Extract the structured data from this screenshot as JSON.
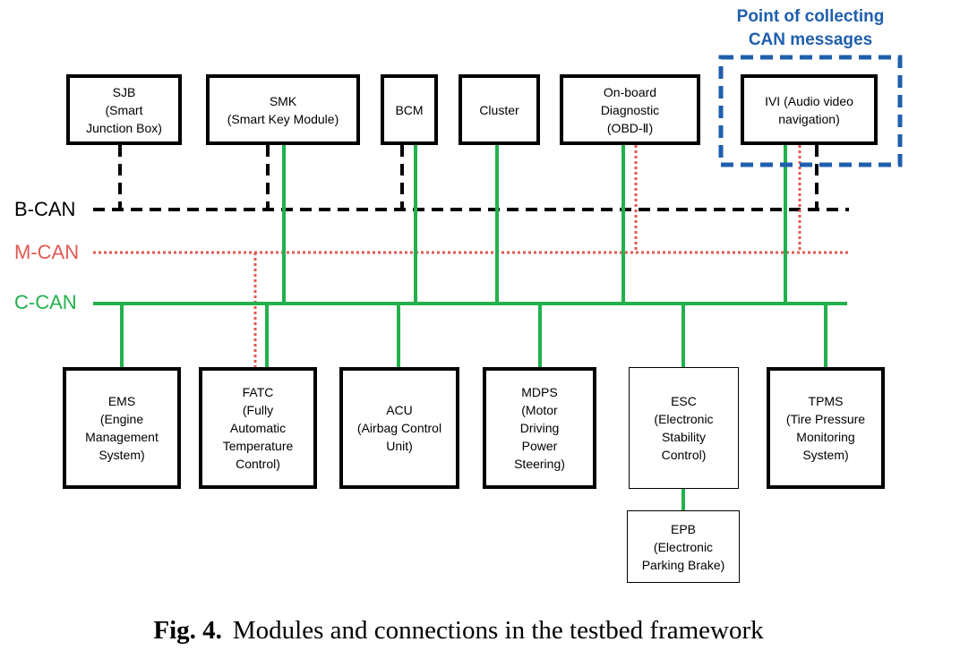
{
  "colors": {
    "b_can": "#000000",
    "m_can": "#e05a52",
    "c_can": "#22b14c",
    "collect_highlight": "#1f5fad"
  },
  "buses": {
    "b_can": "B-CAN",
    "m_can": "M-CAN",
    "c_can": "C-CAN"
  },
  "collect_point_label": "Point of collecting\nCAN messages",
  "top_modules": {
    "sjb": "SJB\n(Smart\nJunction Box)",
    "smk": "SMK\n(Smart Key Module)",
    "bcm": "BCM",
    "cluster": "Cluster",
    "obd": "On-board\nDiagnostic\n(OBD-Ⅱ)",
    "ivi": "IVI (Audio video\nnavigation)"
  },
  "bottom_modules": {
    "ems": "EMS\n(Engine\nManagement\nSystem)",
    "fatc": "FATC\n(Fully\nAutomatic\nTemperature\nControl)",
    "acu": "ACU\n(Airbag Control\nUnit)",
    "mdps": "MDPS\n(Motor\nDriving\nPower\nSteering)",
    "esc": "ESC\n(Electronic\nStability\nControl)",
    "tpms": "TPMS\n(Tire Pressure\nMonitoring\nSystem)",
    "epb": "EPB\n(Electronic\nParking Brake)"
  },
  "caption": {
    "prefix": "Fig. 4.",
    "text": "Modules and connections in the testbed framework"
  }
}
